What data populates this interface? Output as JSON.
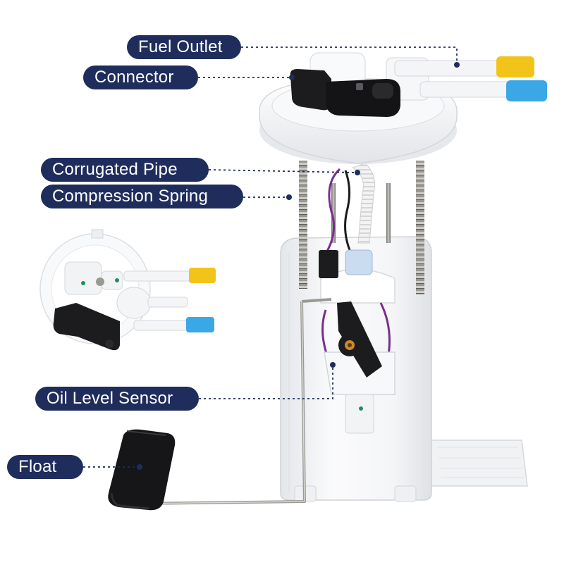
{
  "theme": {
    "label_bg": "#1f2d5c",
    "leader_color": "#1f2d5c",
    "housing_white": "#f4f5f7",
    "cap_yellow": "#f2c419",
    "cap_blue": "#3aa7e6",
    "connector_black": "#1c1c1e",
    "wire_purple": "#7b2d8e",
    "spring_steel": "#8b8a86"
  },
  "labels": {
    "fuel_outlet": "Fuel Outlet",
    "connector": "Connector",
    "corrugated_pipe": "Corrugated Pipe",
    "compression_spring": "Compression Spring",
    "oil_level_sensor": "Oil Level Sensor",
    "float": "Float"
  },
  "icons": {
    "pointer_dot": "dot-icon"
  }
}
